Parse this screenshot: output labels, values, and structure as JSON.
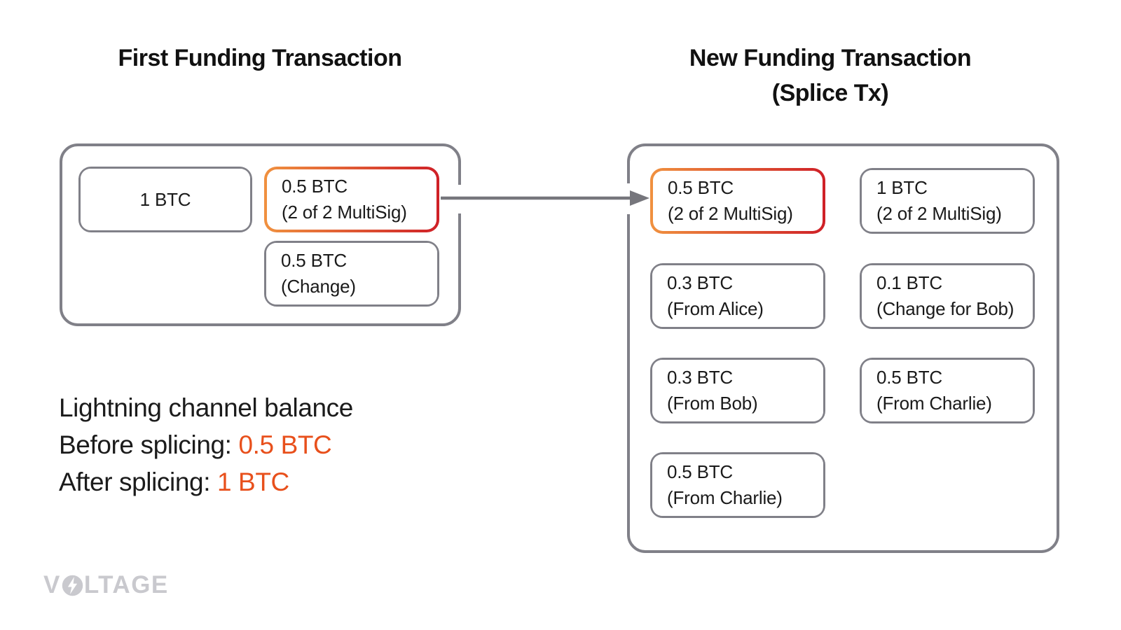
{
  "page": {
    "background": "#ffffff"
  },
  "colors": {
    "border_gray": "#808088",
    "arrow_gray": "#76767c",
    "text_dark": "#1a1a1a",
    "accent_orange": "#E8501C",
    "gradient_start": "#F0913F",
    "gradient_end": "#CF2027",
    "logo_gray": "#c9c9ce"
  },
  "titles": {
    "left": "First Funding Transaction",
    "right_line1": "New Funding Transaction",
    "right_line2": "(Splice Tx)"
  },
  "first_funding_tx": {
    "outputs": [
      {
        "amount": "1 BTC",
        "note": ""
      },
      {
        "amount": "0.5 BTC",
        "note": "(2 of 2 MultiSig)"
      },
      {
        "amount": "0.5 BTC",
        "note": "(Change)"
      }
    ]
  },
  "splice_tx": {
    "outputs": [
      {
        "amount": "0.5 BTC",
        "note": "(2 of 2 MultiSig)"
      },
      {
        "amount": "1 BTC",
        "note": "(2 of 2 MultiSig)"
      },
      {
        "amount": "0.3 BTC",
        "note": "(From Alice)"
      },
      {
        "amount": "0.1 BTC",
        "note": "(Change for Bob)"
      },
      {
        "amount": "0.3 BTC",
        "note": "(From Bob)"
      },
      {
        "amount": "0.5 BTC",
        "note": "(From Charlie)"
      },
      {
        "amount": "0.5 BTC",
        "note": "(From Charlie)"
      }
    ]
  },
  "caption": {
    "line1": "Lightning channel balance",
    "line2_label": "Before splicing: ",
    "line2_value": "0.5 BTC",
    "line3_label": "After splicing: ",
    "line3_value": "1 BTC"
  },
  "logo": {
    "prefix": "V",
    "suffix": "LTAGE"
  }
}
